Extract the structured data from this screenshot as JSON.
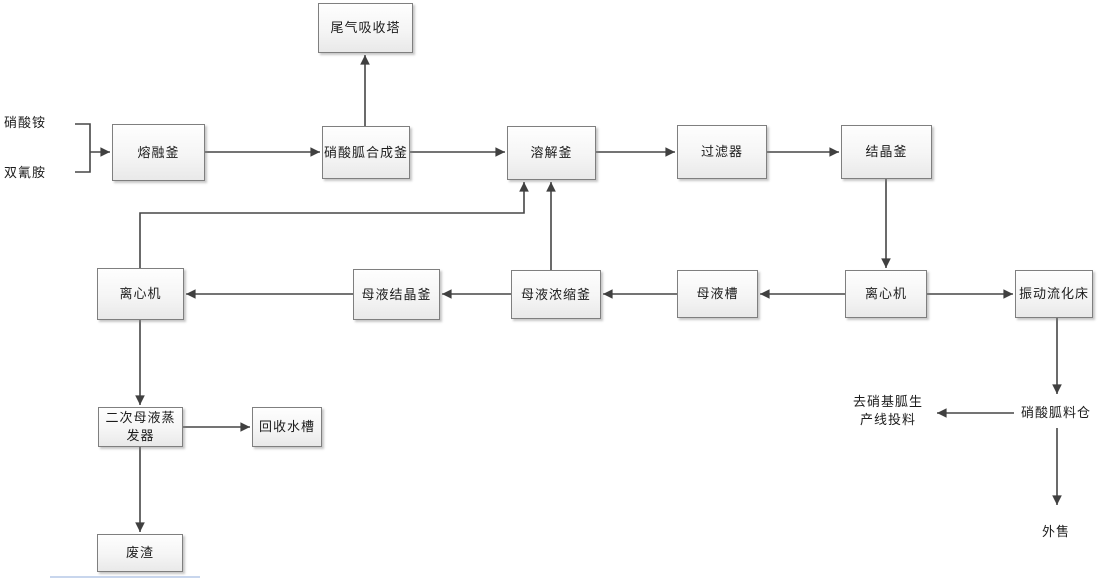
{
  "diagram_type": "process-flowchart",
  "nodes": {
    "tail_gas_tower": {
      "label": "尾气吸收塔"
    },
    "melting_kettle": {
      "label": "熔融釜"
    },
    "synthesis_kettle": {
      "label": "硝酸胍合成釜"
    },
    "dissolving_kettle": {
      "label": "溶解釜"
    },
    "filter": {
      "label": "过滤器"
    },
    "crystallization_kettle": {
      "label": "结晶釜"
    },
    "centrifuge_left": {
      "label": "离心机"
    },
    "mother_liquor_cryst_kettle": {
      "label": "母液结晶釜"
    },
    "mother_liquor_conc_kettle": {
      "label": "母液浓缩釜"
    },
    "mother_liquor_tank": {
      "label": "母液槽"
    },
    "centrifuge_right": {
      "label": "离心机"
    },
    "vibrating_fluidized_bed": {
      "label": "振动流化床"
    },
    "secondary_evaporator": {
      "label": "二次母液蒸发器"
    },
    "recovery_water_tank": {
      "label": "回收水槽"
    },
    "waste_residue": {
      "label": "废渣"
    }
  },
  "inputs": {
    "ammonium_nitrate": "硝酸铵",
    "dicyandiamide": "双氰胺"
  },
  "outputs": {
    "guanidine_nitrate_silo": "硝酸胍料仓",
    "to_nitroguanidine_line": "去硝基胍生产线投料",
    "external_sale": "外售"
  },
  "edges": [
    {
      "from": "ammonium_nitrate + dicyandiamide",
      "to": "melting_kettle"
    },
    {
      "from": "melting_kettle",
      "to": "synthesis_kettle"
    },
    {
      "from": "synthesis_kettle",
      "to": "tail_gas_tower"
    },
    {
      "from": "synthesis_kettle",
      "to": "dissolving_kettle"
    },
    {
      "from": "dissolving_kettle",
      "to": "filter"
    },
    {
      "from": "filter",
      "to": "crystallization_kettle"
    },
    {
      "from": "crystallization_kettle",
      "to": "centrifuge_right"
    },
    {
      "from": "centrifuge_right",
      "to": "mother_liquor_tank"
    },
    {
      "from": "centrifuge_right",
      "to": "vibrating_fluidized_bed"
    },
    {
      "from": "mother_liquor_tank",
      "to": "mother_liquor_conc_kettle"
    },
    {
      "from": "mother_liquor_conc_kettle",
      "to": "mother_liquor_cryst_kettle"
    },
    {
      "from": "mother_liquor_conc_kettle",
      "to": "dissolving_kettle"
    },
    {
      "from": "mother_liquor_cryst_kettle",
      "to": "centrifuge_left"
    },
    {
      "from": "centrifuge_left",
      "to": "dissolving_kettle"
    },
    {
      "from": "centrifuge_left",
      "to": "secondary_evaporator"
    },
    {
      "from": "secondary_evaporator",
      "to": "recovery_water_tank"
    },
    {
      "from": "secondary_evaporator",
      "to": "waste_residue"
    },
    {
      "from": "vibrating_fluidized_bed",
      "to": "guanidine_nitrate_silo"
    },
    {
      "from": "guanidine_nitrate_silo",
      "to": "to_nitroguanidine_line"
    },
    {
      "from": "guanidine_nitrate_silo",
      "to": "external_sale"
    }
  ],
  "colors": {
    "connector": "#464646",
    "arrowhead": "#404040",
    "box_border": "#7f7f7f",
    "box_fill_top": "#fefefe",
    "box_fill_bottom": "#e9e9e9",
    "text": "#1c1c1c",
    "artifact_blue": "#7a9bd4"
  }
}
